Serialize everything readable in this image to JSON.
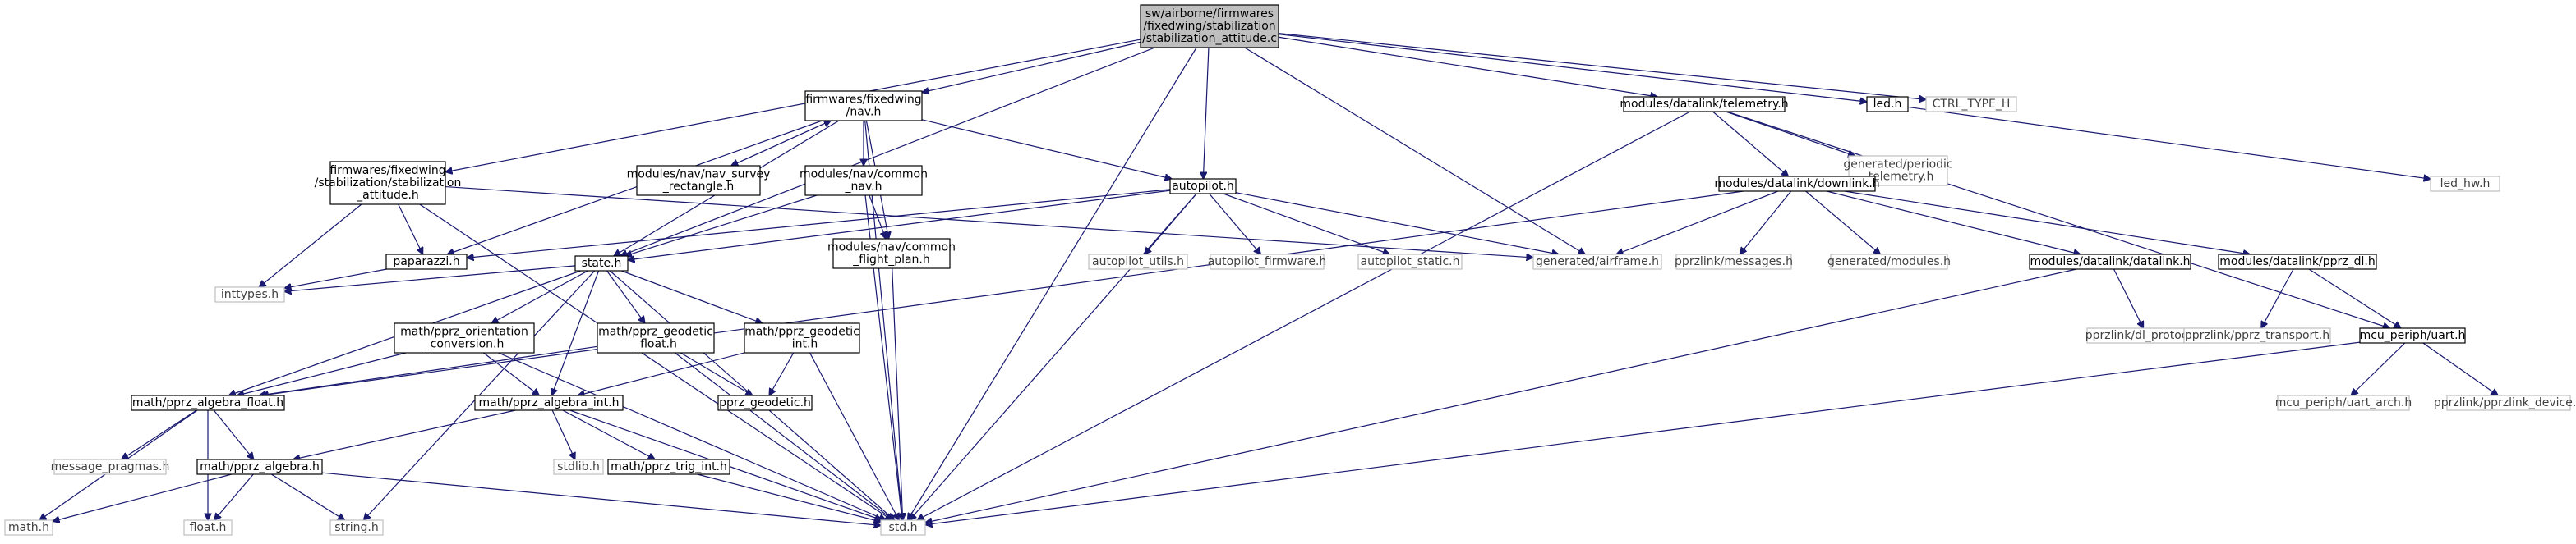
{
  "graph": {
    "nodes": [
      {
        "id": "root",
        "lines": [
          "sw/airborne/firmwares",
          "/fixedwing/stabilization",
          "/stabilization_attitude.c"
        ],
        "style": "root"
      },
      {
        "id": "stabhdr",
        "lines": [
          "firmwares/fixedwing",
          "/stabilization/stabilization",
          "_attitude.h"
        ],
        "style": "box"
      },
      {
        "id": "navh",
        "lines": [
          "firmwares/fixedwing",
          "/nav.h"
        ],
        "style": "box"
      },
      {
        "id": "navsurvey",
        "lines": [
          "modules/nav/nav_survey",
          "_rectangle.h"
        ],
        "style": "box"
      },
      {
        "id": "navcommon",
        "lines": [
          "modules/nav/common",
          "_nav.h"
        ],
        "style": "box"
      },
      {
        "id": "flightplan",
        "lines": [
          "modules/nav/common",
          "_flight_plan.h"
        ],
        "style": "box"
      },
      {
        "id": "autopilot",
        "lines": [
          "autopilot.h"
        ],
        "style": "box"
      },
      {
        "id": "telemetry",
        "lines": [
          "modules/datalink/telemetry.h"
        ],
        "style": "box"
      },
      {
        "id": "ledh",
        "lines": [
          "led.h"
        ],
        "style": "box"
      },
      {
        "id": "ctrltype",
        "lines": [
          "CTRL_TYPE_H"
        ],
        "style": "gray"
      },
      {
        "id": "ledhw",
        "lines": [
          "led_hw.h"
        ],
        "style": "gray"
      },
      {
        "id": "periodic",
        "lines": [
          "generated/periodic",
          "_telemetry.h"
        ],
        "style": "gray"
      },
      {
        "id": "downlink",
        "lines": [
          "modules/datalink/downlink.h"
        ],
        "style": "box"
      },
      {
        "id": "paparazzi",
        "lines": [
          "paparazzi.h"
        ],
        "style": "box"
      },
      {
        "id": "stateh",
        "lines": [
          "state.h"
        ],
        "style": "box"
      },
      {
        "id": "inttypes",
        "lines": [
          "inttypes.h"
        ],
        "style": "gray"
      },
      {
        "id": "apu",
        "lines": [
          "autopilot_utils.h"
        ],
        "style": "gray"
      },
      {
        "id": "apf",
        "lines": [
          "autopilot_firmware.h"
        ],
        "style": "gray"
      },
      {
        "id": "aps",
        "lines": [
          "autopilot_static.h"
        ],
        "style": "gray"
      },
      {
        "id": "airframe",
        "lines": [
          "generated/airframe.h"
        ],
        "style": "gray"
      },
      {
        "id": "messages",
        "lines": [
          "pprzlink/messages.h"
        ],
        "style": "gray"
      },
      {
        "id": "modules",
        "lines": [
          "generated/modules.h"
        ],
        "style": "gray"
      },
      {
        "id": "datalinkh",
        "lines": [
          "modules/datalink/datalink.h"
        ],
        "style": "box"
      },
      {
        "id": "pprzdl",
        "lines": [
          "modules/datalink/pprz_dl.h"
        ],
        "style": "box"
      },
      {
        "id": "dlproto",
        "lines": [
          "pprzlink/dl_protocol.h"
        ],
        "style": "gray"
      },
      {
        "id": "pprztrans",
        "lines": [
          "pprzlink/pprz_transport.h"
        ],
        "style": "gray"
      },
      {
        "id": "uart",
        "lines": [
          "mcu_periph/uart.h"
        ],
        "style": "box"
      },
      {
        "id": "uartarch",
        "lines": [
          "mcu_periph/uart_arch.h"
        ],
        "style": "gray"
      },
      {
        "id": "pprzdev",
        "lines": [
          "pprzlink/pprzlink_device.h"
        ],
        "style": "gray"
      },
      {
        "id": "orient",
        "lines": [
          "math/pprz_orientation",
          "_conversion.h"
        ],
        "style": "box"
      },
      {
        "id": "geofloat",
        "lines": [
          "math/pprz_geodetic",
          "_float.h"
        ],
        "style": "box"
      },
      {
        "id": "geoint",
        "lines": [
          "math/pprz_geodetic",
          "_int.h"
        ],
        "style": "box"
      },
      {
        "id": "algfloat",
        "lines": [
          "math/pprz_algebra_float.h"
        ],
        "style": "box"
      },
      {
        "id": "algint",
        "lines": [
          "math/pprz_algebra_int.h"
        ],
        "style": "box"
      },
      {
        "id": "geodetic",
        "lines": [
          "pprz_geodetic.h"
        ],
        "style": "box"
      },
      {
        "id": "msgpragmas",
        "lines": [
          "message_pragmas.h"
        ],
        "style": "gray"
      },
      {
        "id": "algebra",
        "lines": [
          "math/pprz_algebra.h"
        ],
        "style": "box"
      },
      {
        "id": "stdlib",
        "lines": [
          "stdlib.h"
        ],
        "style": "gray"
      },
      {
        "id": "trigint",
        "lines": [
          "math/pprz_trig_int.h"
        ],
        "style": "box"
      },
      {
        "id": "mathh",
        "lines": [
          "math.h"
        ],
        "style": "gray"
      },
      {
        "id": "floath",
        "lines": [
          "float.h"
        ],
        "style": "gray"
      },
      {
        "id": "stringh",
        "lines": [
          "string.h"
        ],
        "style": "gray"
      },
      {
        "id": "stdh",
        "lines": [
          "std.h"
        ],
        "style": "gray"
      }
    ],
    "edges": [
      [
        "root",
        "stabhdr"
      ],
      [
        "root",
        "navh"
      ],
      [
        "root",
        "autopilot"
      ],
      [
        "root",
        "telemetry"
      ],
      [
        "root",
        "ledh"
      ],
      [
        "root",
        "ctrltype"
      ],
      [
        "root",
        "stateh"
      ],
      [
        "root",
        "stdh"
      ],
      [
        "root",
        "airframe"
      ],
      [
        "stabhdr",
        "paparazzi"
      ],
      [
        "stabhdr",
        "inttypes"
      ],
      [
        "stabhdr",
        "airframe"
      ],
      [
        "stabhdr",
        "stdh"
      ],
      [
        "navh",
        "paparazzi"
      ],
      [
        "navh",
        "stateh"
      ],
      [
        "navh",
        "navsurvey"
      ],
      [
        "navh",
        "navcommon"
      ],
      [
        "navh",
        "flightplan"
      ],
      [
        "navh",
        "autopilot"
      ],
      [
        "navh",
        "stdh"
      ],
      [
        "navsurvey",
        "navh"
      ],
      [
        "navcommon",
        "stateh"
      ],
      [
        "navcommon",
        "flightplan"
      ],
      [
        "navcommon",
        "stdh"
      ],
      [
        "flightplan",
        "stdh"
      ],
      [
        "autopilot",
        "paparazzi"
      ],
      [
        "autopilot",
        "stateh"
      ],
      [
        "autopilot",
        "apu"
      ],
      [
        "autopilot",
        "apf"
      ],
      [
        "autopilot",
        "aps"
      ],
      [
        "autopilot",
        "airframe"
      ],
      [
        "autopilot",
        "stdh"
      ],
      [
        "telemetry",
        "periodic"
      ],
      [
        "telemetry",
        "downlink"
      ],
      [
        "telemetry",
        "uart"
      ],
      [
        "telemetry",
        "stdh"
      ],
      [
        "ledh",
        "ledhw"
      ],
      [
        "downlink",
        "airframe"
      ],
      [
        "downlink",
        "messages"
      ],
      [
        "downlink",
        "modules"
      ],
      [
        "downlink",
        "datalinkh"
      ],
      [
        "downlink",
        "pprzdl"
      ],
      [
        "downlink",
        "algfloat"
      ],
      [
        "datalinkh",
        "dlproto"
      ],
      [
        "datalinkh",
        "stdh"
      ],
      [
        "pprzdl",
        "pprztrans"
      ],
      [
        "pprzdl",
        "uart"
      ],
      [
        "uart",
        "uartarch"
      ],
      [
        "uart",
        "pprzdev"
      ],
      [
        "uart",
        "stdh"
      ],
      [
        "paparazzi",
        "inttypes"
      ],
      [
        "stateh",
        "inttypes"
      ],
      [
        "stateh",
        "orient"
      ],
      [
        "stateh",
        "geofloat"
      ],
      [
        "stateh",
        "geoint"
      ],
      [
        "stateh",
        "algfloat"
      ],
      [
        "stateh",
        "algint"
      ],
      [
        "stateh",
        "stdh"
      ],
      [
        "stateh",
        "stringh"
      ],
      [
        "orient",
        "algfloat"
      ],
      [
        "orient",
        "algint"
      ],
      [
        "orient",
        "stdh"
      ],
      [
        "geofloat",
        "algfloat"
      ],
      [
        "geofloat",
        "geodetic"
      ],
      [
        "geofloat",
        "stdh"
      ],
      [
        "geoint",
        "algint"
      ],
      [
        "geoint",
        "geodetic"
      ],
      [
        "geoint",
        "stdh"
      ],
      [
        "algfloat",
        "msgpragmas"
      ],
      [
        "algfloat",
        "algebra"
      ],
      [
        "algfloat",
        "mathh"
      ],
      [
        "algfloat",
        "floath"
      ],
      [
        "algint",
        "algebra"
      ],
      [
        "algint",
        "stdlib"
      ],
      [
        "algint",
        "trigint"
      ],
      [
        "algint",
        "stdh"
      ],
      [
        "algebra",
        "mathh"
      ],
      [
        "algebra",
        "floath"
      ],
      [
        "algebra",
        "stringh"
      ],
      [
        "algebra",
        "stdh"
      ],
      [
        "trigint",
        "stdh"
      ]
    ]
  }
}
